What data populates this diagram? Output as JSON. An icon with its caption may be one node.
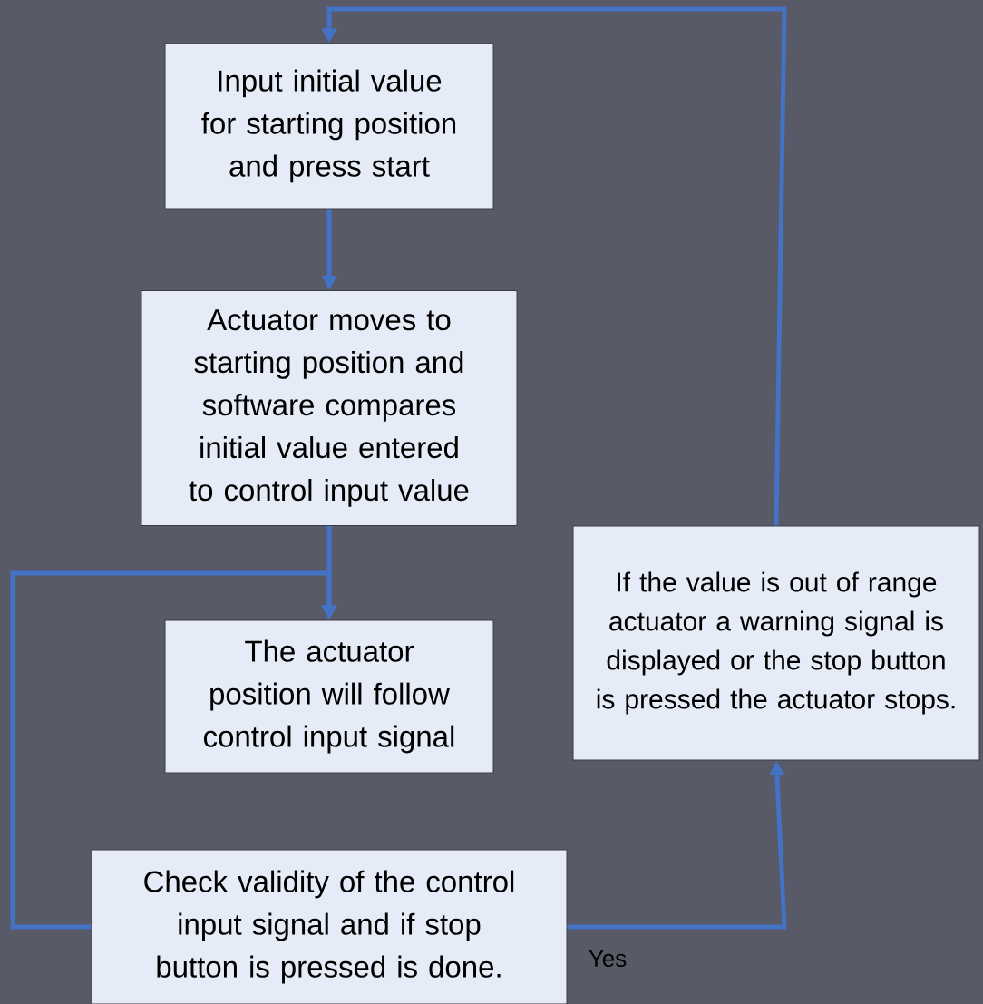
{
  "diagram": {
    "nodes": [
      {
        "text": [
          "Input initial value for starting position and press start"
        ]
      },
      {
        "text": [
          "Actuator moves to starting position and software compares initial value entered to control input value"
        ]
      },
      {
        "text": [
          "The actuator position will follow control input signal"
        ]
      },
      {
        "text": [
          "Check validity of the control input signal  and if stop button is pressed is done."
        ]
      },
      {
        "text": [
          "If the value is out of range actuator a warning signal is displayed or the stop button is pressed the actuator stops."
        ]
      }
    ],
    "edges": [
      {
        "from": 0,
        "to": 1,
        "arrow": "to"
      },
      {
        "from": 1,
        "to": 2,
        "arrow": "to"
      },
      {
        "from": 3,
        "to": 2,
        "arrow": "to"
      },
      {
        "from": 3,
        "to": 4,
        "arrow": "to",
        "label": "Yes"
      },
      {
        "from": 4,
        "to": 0,
        "arrow": "to"
      }
    ]
  }
}
